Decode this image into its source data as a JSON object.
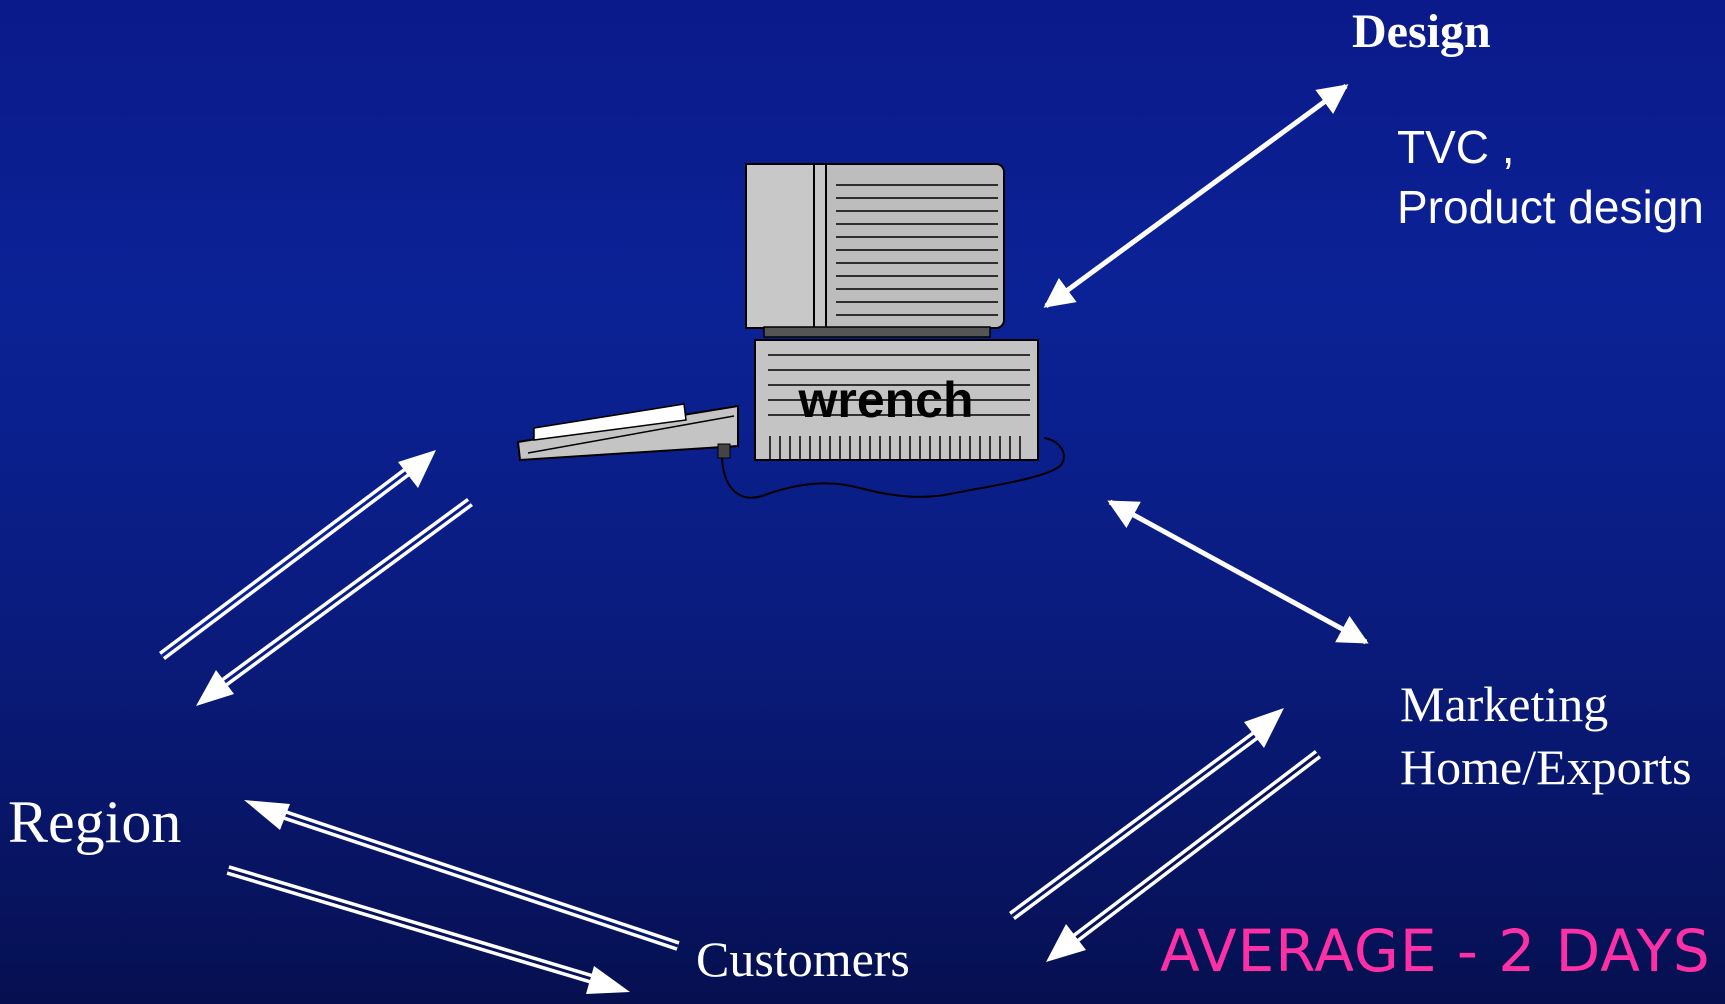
{
  "nodes": {
    "design": {
      "title": "Design",
      "lines": [
        "TVC ,",
        "Product design"
      ]
    },
    "marketing": {
      "lines": [
        "Marketing",
        "Home/Exports"
      ]
    },
    "region": {
      "label": "Region"
    },
    "customers": {
      "label": "Customers"
    },
    "hub": {
      "label": "wrench",
      "icon": "computer-icon"
    }
  },
  "footer": {
    "note": "AVERAGE - 2  DAYS"
  },
  "colors": {
    "accent": "#ff2fa6",
    "arrow": "#ffffff",
    "text": "#ffffff"
  }
}
